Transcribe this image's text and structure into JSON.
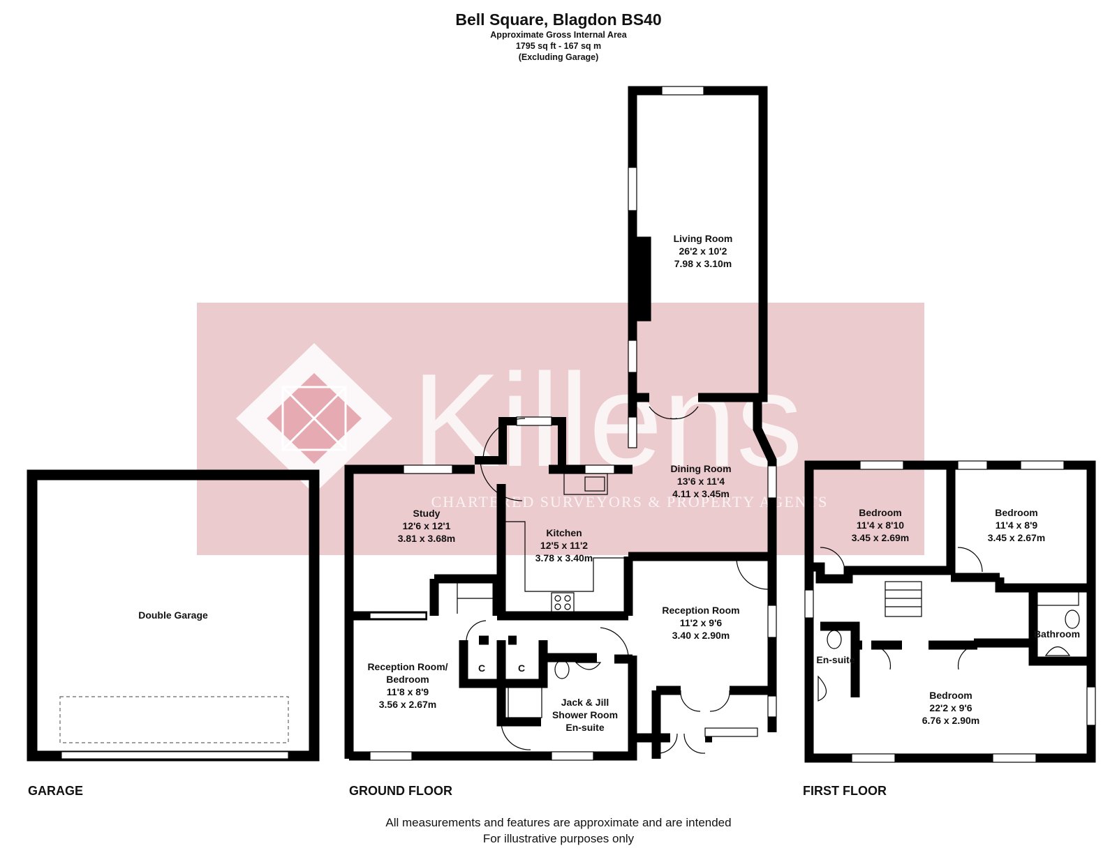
{
  "header": {
    "title": "Bell Square, Blagdon BS40",
    "subtitle": "Approximate Gross Internal Area",
    "area": "1795 sq ft - 167 sq m",
    "note": "(Excluding Garage)"
  },
  "watermark": {
    "brand": "Killens",
    "tagline": "CHARTERED SURVEYORS & PROPERTY AGENTS",
    "color": "#e8b7bf"
  },
  "rooms": {
    "living": {
      "name": "Living Room",
      "imperial": "26'2 x 10'2",
      "metric": "7.98 x 3.10m"
    },
    "dining": {
      "name": "Dining Room",
      "imperial": "13'6 x 11'4",
      "metric": "4.11 x 3.45m"
    },
    "study": {
      "name": "Study",
      "imperial": "12'6 x 12'1",
      "metric": "3.81 x 3.68m"
    },
    "kitchen": {
      "name": "Kitchen",
      "imperial": "12'5 x 11'2",
      "metric": "3.78 x 3.40m"
    },
    "reception": {
      "name": "Reception Room",
      "imperial": "11'2 x 9'6",
      "metric": "3.40 x 2.90m"
    },
    "reception_bed": {
      "name1": "Reception Room/",
      "name2": "Bedroom",
      "imperial": "11'8 x 8'9",
      "metric": "3.56 x 2.67m"
    },
    "shower": {
      "name1": "Jack & Jill",
      "name2": "Shower Room",
      "name3": "En-suite"
    },
    "garage": {
      "name": "Double Garage"
    },
    "bed1": {
      "name": "Bedroom",
      "imperial": "11'4 x 8'10",
      "metric": "3.45 x 2.69m"
    },
    "bed2": {
      "name": "Bedroom",
      "imperial": "11'4 x 8'9",
      "metric": "3.45 x 2.67m"
    },
    "bed3": {
      "name": "Bedroom",
      "imperial": "22'2 x 9'6",
      "metric": "6.76 x 2.90m"
    },
    "bathroom": {
      "name": "Bathroom"
    },
    "ensuite": {
      "name": "En-suite"
    },
    "cupboard": "C"
  },
  "floors": {
    "garage": "GARAGE",
    "ground": "GROUND FLOOR",
    "first": "FIRST FLOOR"
  },
  "footer": {
    "line1": "All measurements and features are approximate and are intended",
    "line2": "For illustrative purposes only"
  }
}
